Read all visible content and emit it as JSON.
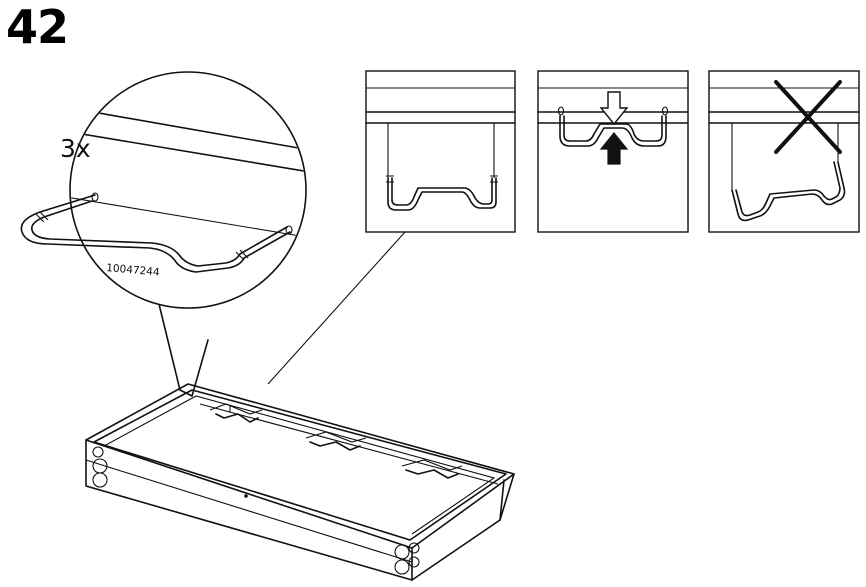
{
  "step": {
    "number": "42"
  },
  "detail": {
    "quantity": "3x",
    "part_number": "10047244"
  },
  "panels": [
    {
      "name": "panel-position",
      "icon": "hanger-rail-position-icon"
    },
    {
      "name": "panel-insert",
      "icon": "push-arrow-icon"
    },
    {
      "name": "panel-wrong",
      "icon": "cross-icon"
    }
  ],
  "colors": {
    "ink": "#111111",
    "background": "#ffffff"
  }
}
